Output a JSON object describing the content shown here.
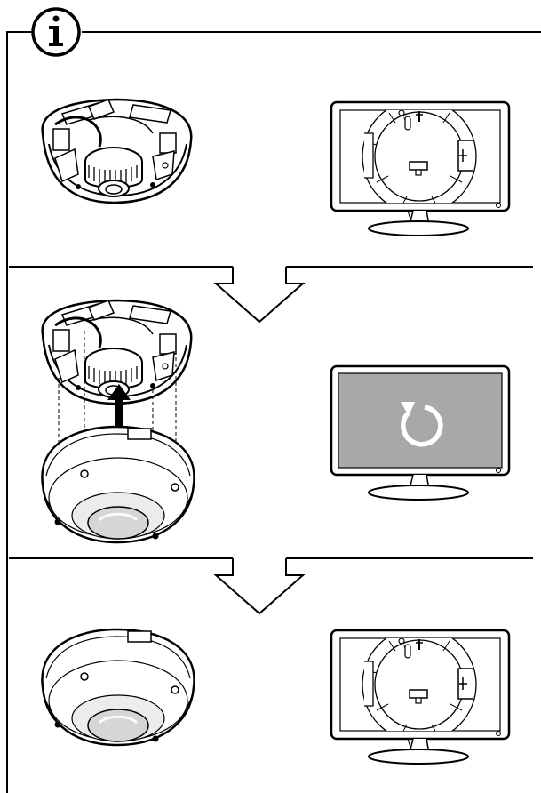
{
  "figure": {
    "icon": "info-icon",
    "steps": [
      {
        "camera": "camera-base-without-cover",
        "monitor": "monitor-showing-dial-alignment-view",
        "arrow": "down-chevron-arrow"
      },
      {
        "camera": "cover-being-attached-upward",
        "monitor": "monitor-showing-reload-indicator",
        "arrow": "down-chevron-arrow"
      },
      {
        "camera": "assembled-fisheye-dome-camera",
        "monitor": "monitor-showing-dial-alignment-view"
      }
    ],
    "colors": {
      "line": "#000000",
      "background": "#ffffff",
      "screen_gray": "#a8a8a8",
      "dome_shade": "#d6d6d6",
      "lens_dark": "#7a7a7a"
    }
  }
}
